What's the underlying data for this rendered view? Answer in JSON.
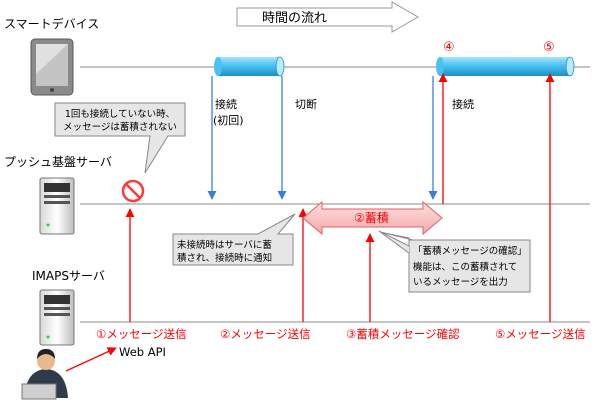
{
  "title": "時間の流れ",
  "actors": {
    "smart_device": "スマートデバイス",
    "push_server": "プッシュ基盤サーバ",
    "imaps_server": "IMAPSサーバ"
  },
  "session": {
    "connect_first": "接続",
    "connect_first_note": "(初回)",
    "disconnect": "切断",
    "connect": "接続"
  },
  "markers": {
    "four": "④",
    "five": "⑤"
  },
  "accumulate": "②蓄積",
  "callouts": {
    "no_connect": [
      "1回も接続していない時、",
      "メッセージは蓄積されない"
    ],
    "stored": [
      "未接続時はサーバに蓄",
      "積され、接続時に通知"
    ],
    "confirm": [
      "「蓄積メッセージの確認」",
      "機能は、この蓄積されて",
      "いるメッセージを出力"
    ]
  },
  "steps": {
    "s1": "①メッセージ送信",
    "s2": "②メッセージ送信",
    "s3": "③蓄積メッセージ確認",
    "s5": "⑤メッセージ送信"
  },
  "web_api": "Web API",
  "colors": {
    "red": "#ff0000",
    "blue": "#3a7fd5",
    "cyan": "#49c2f2",
    "pink_fill": "#f8c3c3",
    "callout_fill": "#e6e6e6",
    "line": "#888888"
  },
  "icons": [
    "tablet-icon",
    "server-icon",
    "user-at-pc-icon",
    "prohibited-icon"
  ]
}
